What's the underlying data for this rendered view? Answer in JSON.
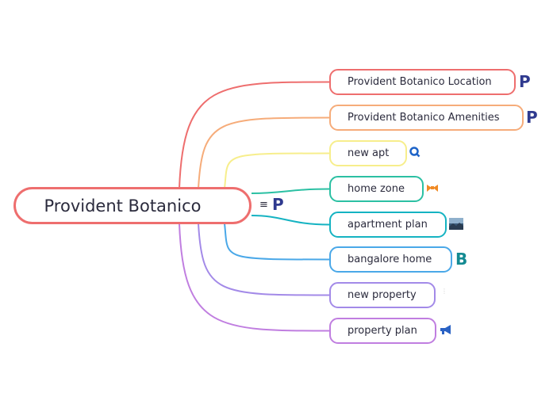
{
  "root": {
    "label": "Provident Botanico",
    "badge": "P",
    "color": "#ee6e6e"
  },
  "branches": [
    {
      "label": "Provident Botanico Location",
      "color": "#ee6e6e",
      "icon": "provident-logo-icon",
      "badge": "P"
    },
    {
      "label": "Provident Botanico Amenities",
      "color": "#f6ac7a",
      "icon": "provident-logo-icon",
      "badge": "P"
    },
    {
      "label": "new apt",
      "color": "#f7ee8c",
      "icon": "map-pin-logo-icon"
    },
    {
      "label": "home zone",
      "color": "#2bc0a3",
      "icon": "house-logo-icon"
    },
    {
      "label": "apartment plan",
      "color": "#15b3c2",
      "icon": "building-photo-icon"
    },
    {
      "label": "bangalore home",
      "color": "#4aa8e8",
      "icon": "b-logo-icon",
      "badge": "B"
    },
    {
      "label": "new property",
      "color": "#a38ae8",
      "icon": "dots-icon"
    },
    {
      "label": "property plan",
      "color": "#c07ee0",
      "icon": "megaphone-icon"
    }
  ]
}
